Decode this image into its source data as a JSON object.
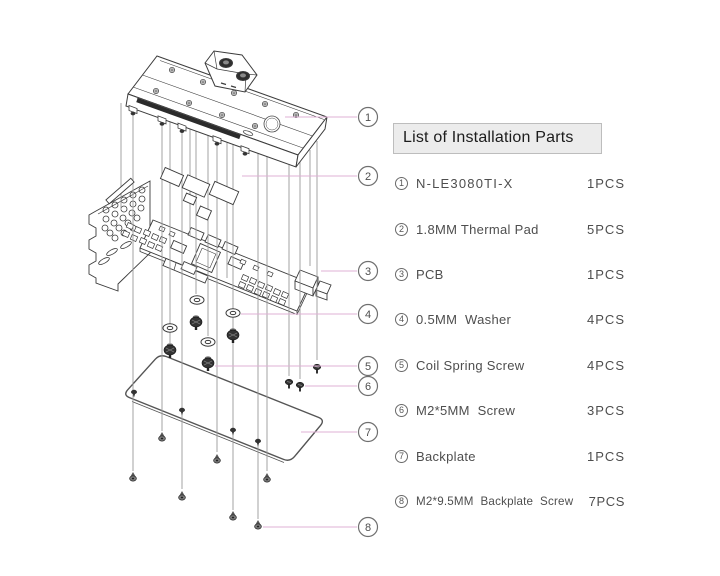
{
  "panel": {
    "title": "List of Installation Parts",
    "items": [
      {
        "num": "1",
        "name": "N-LE3080TI-X",
        "qty": "1PCS"
      },
      {
        "num": "2",
        "name": "1.8MM Thermal Pad",
        "qty": "5PCS"
      },
      {
        "num": "3",
        "name": "PCB",
        "qty": "1PCS"
      },
      {
        "num": "4",
        "name": "0.5MM  Washer",
        "qty": "4PCS"
      },
      {
        "num": "5",
        "name": "Coil Spring Screw",
        "qty": "4PCS"
      },
      {
        "num": "6",
        "name": "M2*5MM  Screw",
        "qty": "3PCS"
      },
      {
        "num": "7",
        "name": "Backplate",
        "qty": "1PCS"
      },
      {
        "num": "8",
        "name": "M2*9.5MM  Backplate  Screw",
        "qty": "7PCS"
      }
    ]
  },
  "diagram": {
    "callouts": [
      "1",
      "2",
      "3",
      "4",
      "5",
      "6",
      "7",
      "8"
    ],
    "colors": {
      "leader_pink": "#dfb0d5",
      "guide_gray": "#999999",
      "ink": "#3c3c3c",
      "panel_fill": "#ececec"
    }
  }
}
